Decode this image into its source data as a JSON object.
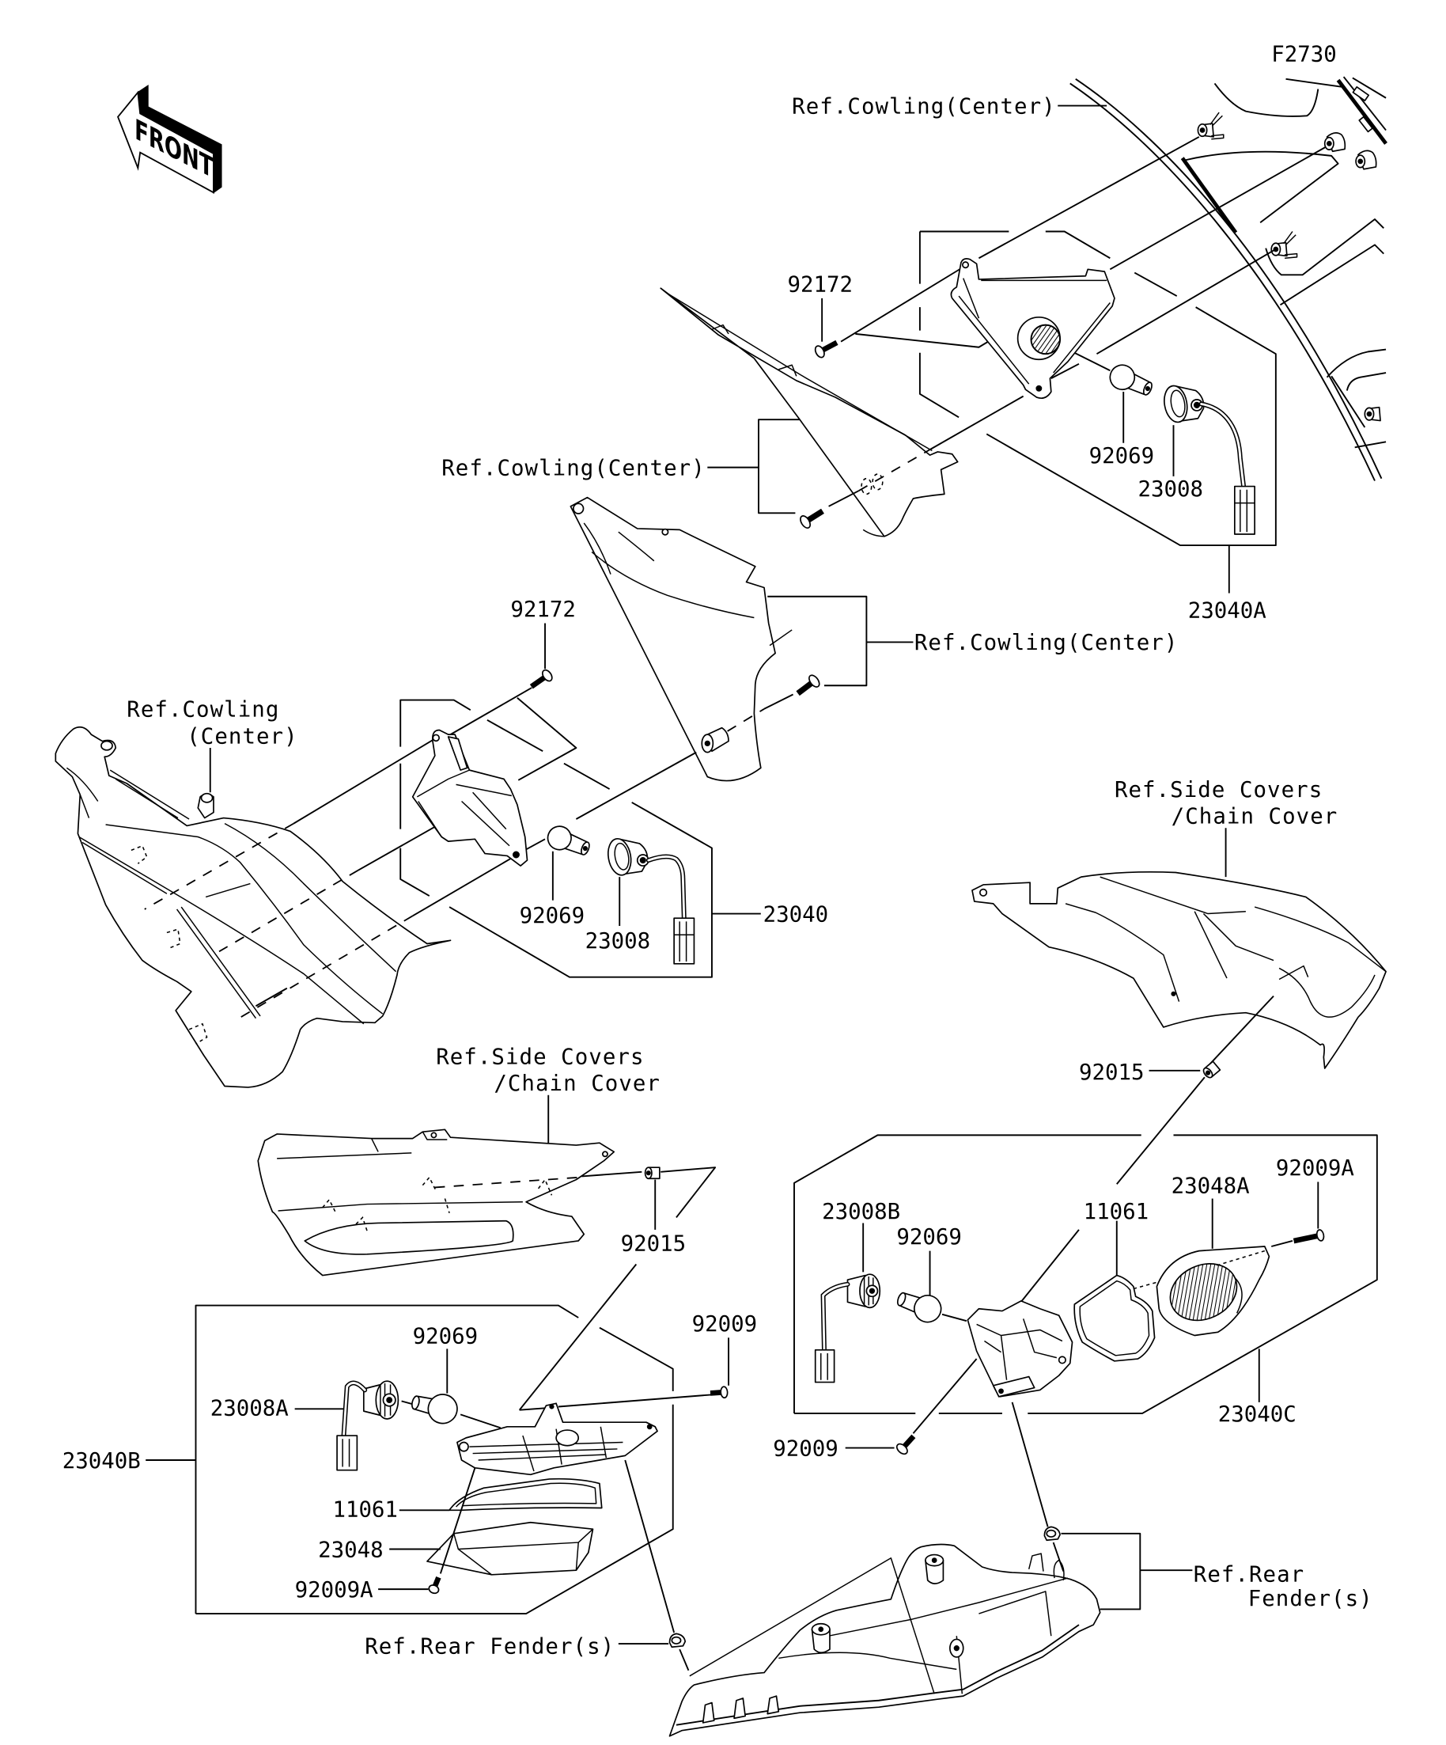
{
  "figure": {
    "code": "F2730",
    "front_label": "FRONT"
  },
  "references": {
    "cowling_center_top": "Ref.Cowling(Center)",
    "cowling_center_upper": "Ref.Cowling(Center)",
    "cowling_center_middle": "Ref.Cowling(Center)",
    "cowling_center_left": {
      "line1": "Ref.Cowling",
      "line2": "(Center)"
    },
    "side_covers_right": {
      "line1": "Ref.Side Covers",
      "line2": "/Chain Cover"
    },
    "side_covers_left": {
      "line1": "Ref.Side Covers",
      "line2": "/Chain Cover"
    },
    "rear_fender_left": "Ref.Rear Fender(s)",
    "rear_fender_right": {
      "line1": "Ref.Rear",
      "line2": "Fender(s)"
    }
  },
  "assemblies": {
    "front_upper": {
      "assembly": "23040A",
      "screw": "92172",
      "bulb": "92069",
      "socket": "23008"
    },
    "front_lower": {
      "assembly": "23040",
      "screw": "92172",
      "bulb": "92069",
      "socket": "23008"
    },
    "rear_left": {
      "assembly": "23040B",
      "socket": "23008A",
      "bulb": "92069",
      "gasket": "11061",
      "lens": "23048",
      "lens_screw": "92009A",
      "mount_screw": "92009",
      "grommet": "92015"
    },
    "rear_right": {
      "assembly": "23040C",
      "socket": "23008B",
      "bulb": "92069",
      "gasket": "11061",
      "lens": "23048A",
      "lens_screw": "92009A",
      "mount_screw": "92009",
      "grommet": "92015"
    }
  }
}
